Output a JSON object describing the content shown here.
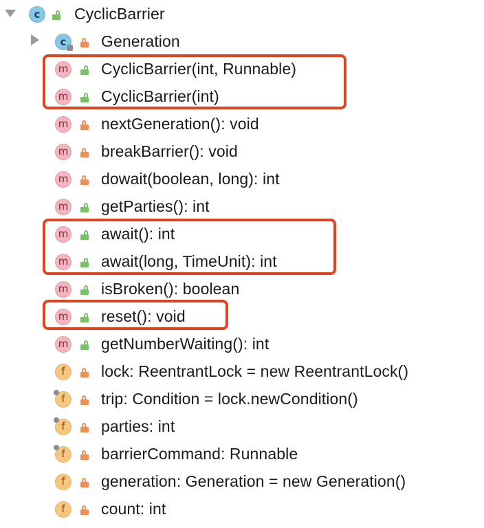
{
  "root": {
    "label": "CyclicBarrier",
    "icon": "class-icon",
    "visibility": "public",
    "expanded": true
  },
  "items": [
    {
      "label": "Generation",
      "kind": "class",
      "visibility": "private",
      "expandable": true
    },
    {
      "label": "CyclicBarrier(int, Runnable)",
      "kind": "method",
      "visibility": "public"
    },
    {
      "label": "CyclicBarrier(int)",
      "kind": "method",
      "visibility": "public"
    },
    {
      "label": "nextGeneration(): void",
      "kind": "method",
      "visibility": "private"
    },
    {
      "label": "breakBarrier(): void",
      "kind": "method",
      "visibility": "private"
    },
    {
      "label": "dowait(boolean, long): int",
      "kind": "method",
      "visibility": "private"
    },
    {
      "label": "getParties(): int",
      "kind": "method",
      "visibility": "public"
    },
    {
      "label": "await(): int",
      "kind": "method",
      "visibility": "public"
    },
    {
      "label": "await(long, TimeUnit): int",
      "kind": "method",
      "visibility": "public"
    },
    {
      "label": "isBroken(): boolean",
      "kind": "method",
      "visibility": "public"
    },
    {
      "label": "reset(): void",
      "kind": "method",
      "visibility": "public"
    },
    {
      "label": "getNumberWaiting(): int",
      "kind": "method",
      "visibility": "public"
    },
    {
      "label": "lock: ReentrantLock = new ReentrantLock()",
      "kind": "field",
      "visibility": "private"
    },
    {
      "label": "trip: Condition = lock.newCondition()",
      "kind": "field",
      "visibility": "private"
    },
    {
      "label": "parties: int",
      "kind": "field",
      "visibility": "private"
    },
    {
      "label": "barrierCommand: Runnable",
      "kind": "field",
      "visibility": "private"
    },
    {
      "label": "generation: Generation = new Generation()",
      "kind": "field",
      "visibility": "private"
    },
    {
      "label": "count: int",
      "kind": "field",
      "visibility": "private"
    }
  ],
  "icon_letters": {
    "class": "c",
    "method": "m",
    "field": "f"
  },
  "colors": {
    "highlight_border": "#e0431f",
    "private_lock": "#ef8f53",
    "public_lock": "#79c267",
    "class_icon": "#87c7e8",
    "method_icon": "#f5b5c0",
    "field_icon": "#f8c77f"
  },
  "highlighted_groups": [
    [
      "CyclicBarrier(int, Runnable)",
      "CyclicBarrier(int)"
    ],
    [
      "await(): int",
      "await(long, TimeUnit): int"
    ],
    [
      "reset(): void"
    ]
  ]
}
